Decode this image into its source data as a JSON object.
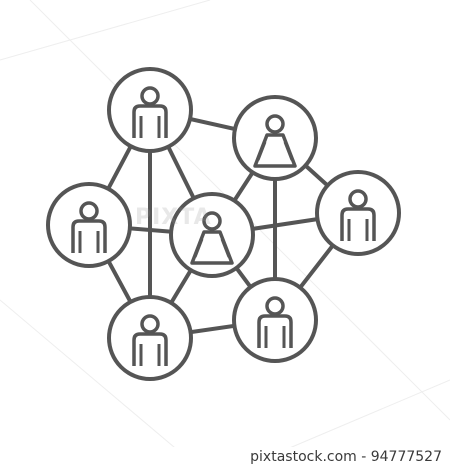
{
  "illustration": {
    "subject": "people network",
    "icon": "people-network-icon",
    "stroke_color": "#555555",
    "background_color": "#ffffff",
    "node_figures": [
      "man",
      "woman",
      "man",
      "woman",
      "man",
      "man",
      "man"
    ]
  },
  "watermark": {
    "text": "PIXTA"
  },
  "footer": {
    "text": "pixtastock.com - 94777527"
  }
}
